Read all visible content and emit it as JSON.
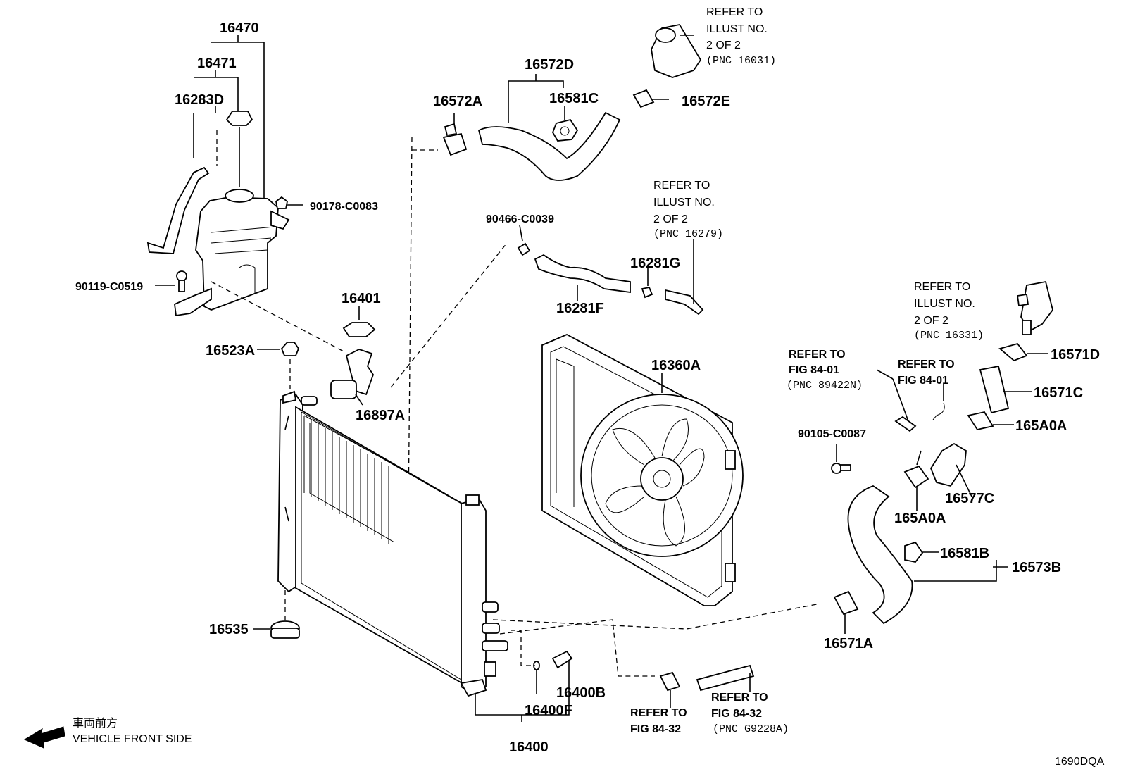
{
  "labels": {
    "p16470": "16470",
    "p16471": "16471",
    "p16283D": "16283D",
    "p90178": "90178-C0083",
    "p90119": "90119-C0519",
    "p16401": "16401",
    "p16523A": "16523A",
    "p16897A": "16897A",
    "p16535": "16535",
    "p16572A": "16572A",
    "p16572D": "16572D",
    "p16581C": "16581C",
    "p16572E": "16572E",
    "p90466": "90466-C0039",
    "p16281F": "16281F",
    "p16281G": "16281G",
    "p16360A": "16360A",
    "p16400": "16400",
    "p16400B": "16400B",
    "p16400F": "16400F",
    "p16571D": "16571D",
    "p16571C": "16571C",
    "p165A0A_top": "165A0A",
    "p165A0A_bot": "165A0A",
    "p16577C": "16577C",
    "p90105": "90105-C0087",
    "p16581B": "16581B",
    "p16573B": "16573B",
    "p16571A": "16571A"
  },
  "refs": {
    "ref1": {
      "l1": "REFER TO",
      "l2": "ILLUST NO.",
      "l3": "2 OF 2",
      "l4": "(PNC 16031)"
    },
    "ref2": {
      "l1": "REFER TO",
      "l2": "ILLUST NO.",
      "l3": "2 OF 2",
      "l4": "(PNC 16279)"
    },
    "ref3": {
      "l1": "REFER TO",
      "l2": "ILLUST NO.",
      "l3": "2 OF 2",
      "l4": "(PNC 16331)"
    },
    "ref4": {
      "l1": "REFER TO",
      "l2": "FIG 84-01",
      "l3": "(PNC 89422N)"
    },
    "ref5": {
      "l1": "REFER TO",
      "l2": "FIG 84-01"
    },
    "ref6": {
      "l1": "REFER TO",
      "l2": "FIG 84-32"
    },
    "ref7": {
      "l1": "REFER TO",
      "l2": "FIG 84-32",
      "l3": "(PNC G9228A)"
    }
  },
  "legend": {
    "jp": "車両前方",
    "en": "VEHICLE FRONT SIDE"
  },
  "code": "1690DQA"
}
